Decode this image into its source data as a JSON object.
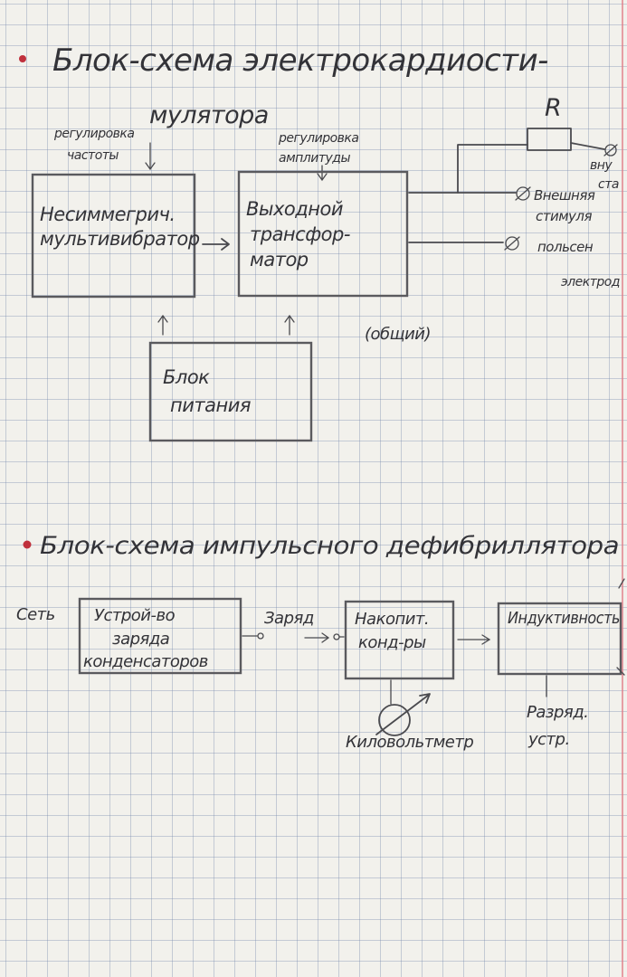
{
  "section1": {
    "title_line1": "Блок-схема электрокардиости-",
    "title_line2": "мулятора",
    "label_R": "R",
    "regulation_frequency": [
      "регулировка",
      "частоты"
    ],
    "regulation_amplitude": [
      "регулировка",
      "амплитуды"
    ],
    "box_multivibrator": [
      "Несиммегрич.",
      "мультивибратор"
    ],
    "box_transformer": [
      "Выходной",
      "трансфор-",
      "матор"
    ],
    "box_power": [
      "Блок",
      "питания"
    ],
    "label_common": "(общий)",
    "output_internal": [
      "вну",
      "ста"
    ],
    "output_external": [
      "Внешняя",
      "стимуля"
    ],
    "output_negative": [
      "польсен",
      "электрод"
    ]
  },
  "section2": {
    "title": "Блок-схема импульсного дефибриллятора",
    "label_network": "Сеть",
    "box_charger": [
      "Устрой-во",
      "заряда",
      "конденсаторов"
    ],
    "label_charge": "Заряд",
    "box_capacitors": [
      "Накопит.",
      "конд-ры"
    ],
    "box_inductance": [
      "Индуктивность"
    ],
    "label_kilovoltmeter": "Киловольтметр",
    "label_discharge": [
      "Разряд.",
      "устр."
    ]
  },
  "colors": {
    "ink": "#4a4a4e",
    "paper": "#f2f1ec",
    "grid": "#788caf",
    "margin": "#e07a86",
    "bullet": "#c0303c"
  }
}
